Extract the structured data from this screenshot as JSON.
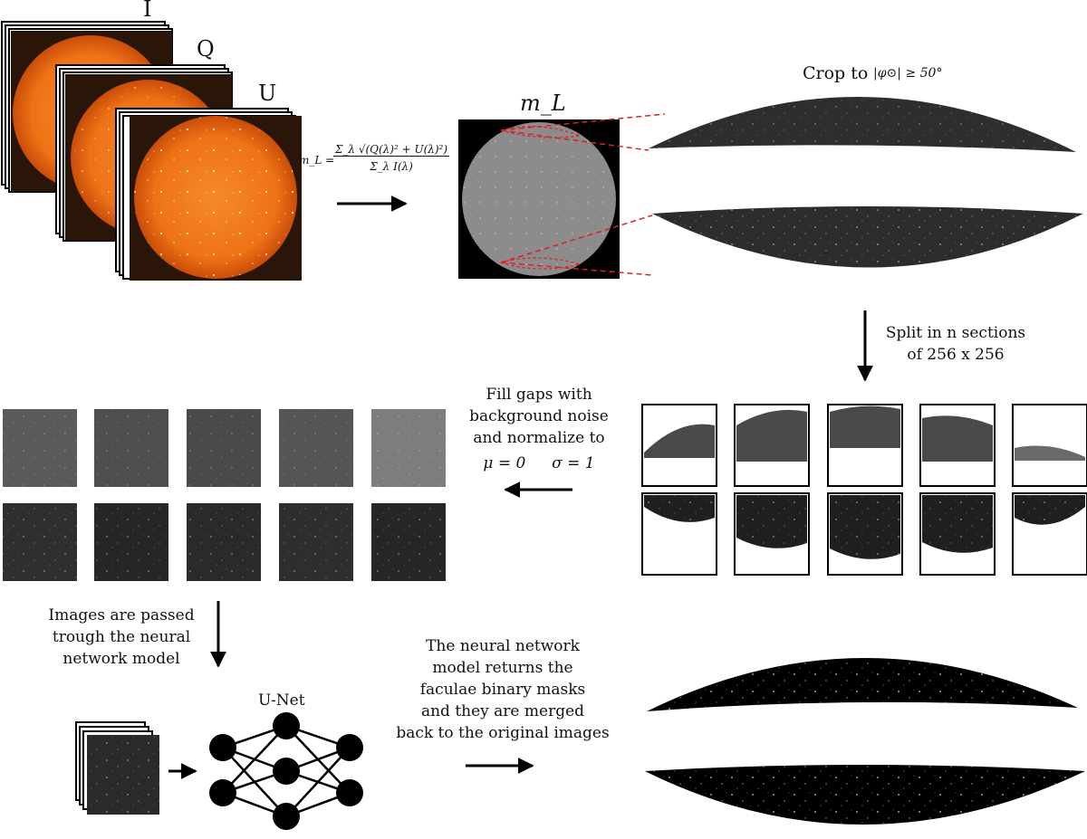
{
  "stokes": {
    "i_label": "I",
    "q_label": "Q",
    "u_label": "U"
  },
  "formula": {
    "lhs": "m_L =",
    "numerator": "Σ_λ √(Q(λ)² + U(λ)²)",
    "denominator": "Σ_λ I(λ)"
  },
  "ml_label": "m_L",
  "crop": {
    "label": "Crop to",
    "condition": "|φ⊙| ≥ 50°"
  },
  "split": {
    "line1": "Split in n sections",
    "line2": "of 256 x 256"
  },
  "fill": {
    "line1": "Fill gaps with",
    "line2": "background  noise",
    "line3": "and normalize to",
    "mu": "μ = 0",
    "sigma": "σ = 1"
  },
  "passed": {
    "line1": "Images are passed",
    "line2": "trough the neural",
    "line3": "network model"
  },
  "unet_label": "U-Net",
  "returns": {
    "line1": "The neural network",
    "line2": "model returns the",
    "line3": "faculae binary masks",
    "line4": "and they are merged",
    "line5": "back to the original images"
  },
  "tile_shades": {
    "top_row": [
      "#5a5a5a",
      "#4e4e4e",
      "#4a4a4a",
      "#555555",
      "#7d7d7d"
    ],
    "bottom_row": [
      "#2f2f2f",
      "#262626",
      "#2a2a2a",
      "#2e2e2e",
      "#262626"
    ]
  },
  "colors": {
    "sun_core": "#f27a1a",
    "sun_edge": "#c84a08",
    "sun_bg": "#2a1608",
    "dashed": "#e02020",
    "disk_gray": "#8c8c8c"
  }
}
